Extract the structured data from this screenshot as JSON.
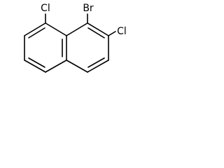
{
  "molecule": {
    "atoms": {
      "bromine": "Br",
      "chlorine_c2": "Cl",
      "chlorine_c8": "Cl"
    }
  }
}
